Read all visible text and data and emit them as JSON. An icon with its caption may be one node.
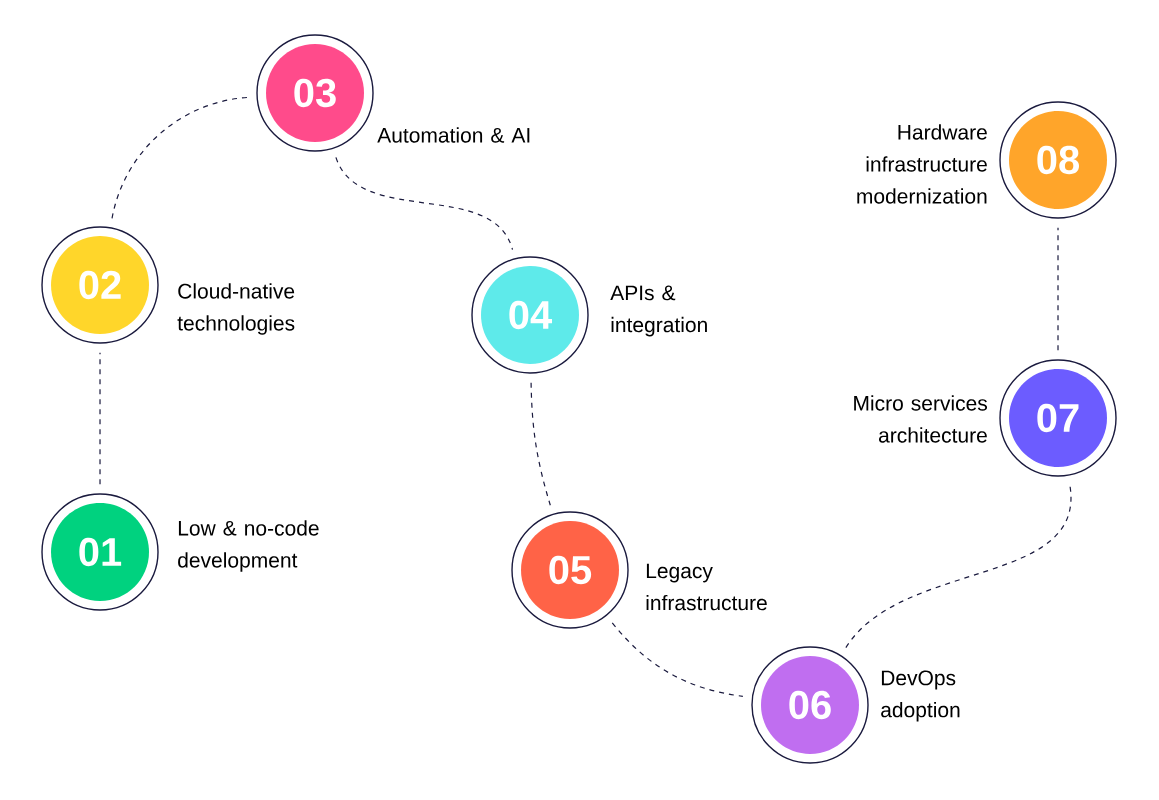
{
  "diagram": {
    "nodes": [
      {
        "text": [
          "01"
        ],
        "beside": [
          "Low & no-code development"
        ]
      },
      {
        "text": [
          "02"
        ],
        "beside": [
          "Cloud-native technologies"
        ]
      },
      {
        "text": [
          "03"
        ],
        "beside": [
          "Automation & AI"
        ]
      },
      {
        "text": [
          "04"
        ],
        "beside": [
          "APIs & integration"
        ]
      },
      {
        "text": [
          "05"
        ],
        "beside": [
          "Legacy infrastructure"
        ]
      },
      {
        "text": [
          "06"
        ],
        "beside": [
          "DevOps adoption"
        ]
      },
      {
        "text": [
          "07"
        ],
        "beside": [
          "Micro services architecture"
        ]
      },
      {
        "text": [
          "08"
        ],
        "beside": [
          "Hardware infrastructure modernization"
        ]
      }
    ],
    "edges": [
      {
        "from": 0,
        "to": 1,
        "arrow": "none",
        "style": "dashed"
      },
      {
        "from": 1,
        "to": 2,
        "arrow": "none",
        "style": "dashed"
      },
      {
        "from": 2,
        "to": 3,
        "arrow": "none",
        "style": "dashed"
      },
      {
        "from": 3,
        "to": 4,
        "arrow": "none",
        "style": "dashed"
      },
      {
        "from": 4,
        "to": 5,
        "arrow": "none",
        "style": "dashed"
      },
      {
        "from": 5,
        "to": 6,
        "arrow": "none",
        "style": "dashed"
      },
      {
        "from": 6,
        "to": 7,
        "arrow": "none",
        "style": "dashed"
      }
    ]
  }
}
